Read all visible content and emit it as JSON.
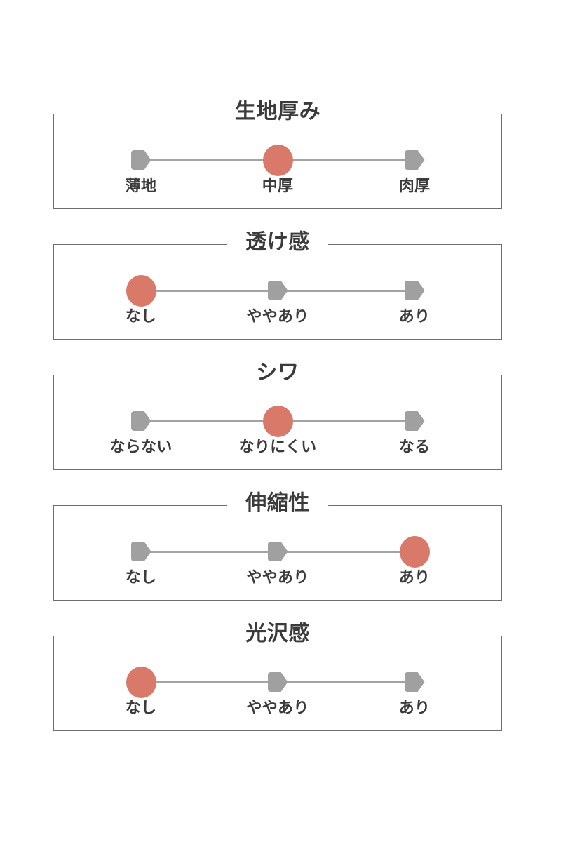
{
  "chart_data": {
    "type": "bar",
    "title": "",
    "subtitle": "",
    "xlabel": "",
    "ylabel": "",
    "legend": [],
    "grid": false,
    "scale_points": 3,
    "marker_icons": {
      "inactive": "pentagon-pin-icon",
      "active": "circle-dot-icon"
    },
    "colors": {
      "active_marker": "#d9796a",
      "inactive_marker": "#a0a0a0",
      "track": "#a3a3a3",
      "box_border": "#6e6e6e",
      "text": "#3b3b3b",
      "background": "#ffffff"
    },
    "categories": [
      "生地厚み",
      "透け感",
      "シワ",
      "伸縮性",
      "光沢感"
    ],
    "values": [
      2,
      1,
      2,
      3,
      1
    ],
    "panels": [
      {
        "title": "生地厚み",
        "selected_index": 1,
        "selected_label": "中厚",
        "options": [
          {
            "label": "薄地",
            "active": false
          },
          {
            "label": "中厚",
            "active": true
          },
          {
            "label": "肉厚",
            "active": false
          }
        ]
      },
      {
        "title": "透け感",
        "selected_index": 0,
        "selected_label": "なし",
        "options": [
          {
            "label": "なし",
            "active": true
          },
          {
            "label": "ややあり",
            "active": false
          },
          {
            "label": "あり",
            "active": false
          }
        ]
      },
      {
        "title": "シワ",
        "selected_index": 1,
        "selected_label": "なりにくい",
        "options": [
          {
            "label": "ならない",
            "active": false
          },
          {
            "label": "なりにくい",
            "active": true
          },
          {
            "label": "なる",
            "active": false
          }
        ]
      },
      {
        "title": "伸縮性",
        "selected_index": 2,
        "selected_label": "あり",
        "options": [
          {
            "label": "なし",
            "active": false
          },
          {
            "label": "ややあり",
            "active": false
          },
          {
            "label": "あり",
            "active": true
          }
        ]
      },
      {
        "title": "光沢感",
        "selected_index": 0,
        "selected_label": "なし",
        "options": [
          {
            "label": "なし",
            "active": true
          },
          {
            "label": "ややあり",
            "active": false
          },
          {
            "label": "あり",
            "active": false
          }
        ]
      }
    ]
  }
}
